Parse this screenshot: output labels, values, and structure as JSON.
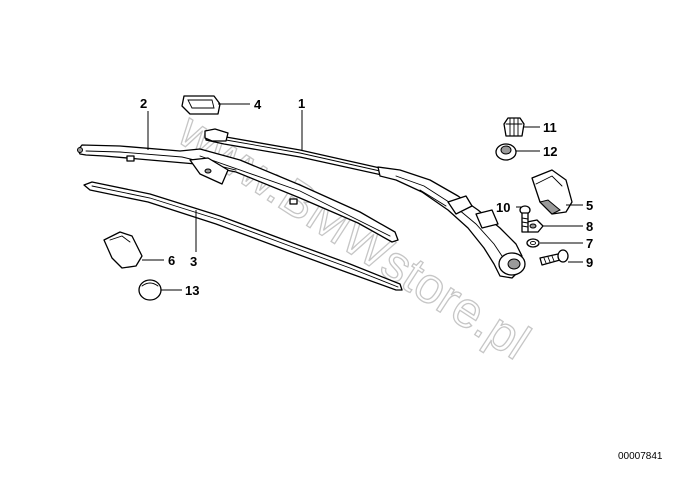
{
  "watermark": "www.BMWstore.pl",
  "document_number": "00007841",
  "callouts": {
    "c1": "1",
    "c2": "2",
    "c3": "3",
    "c4": "4",
    "c5": "5",
    "c6": "6",
    "c7": "7",
    "c8": "8",
    "c9": "9",
    "c10": "10",
    "c11": "11",
    "c12": "12",
    "c13": "13"
  }
}
